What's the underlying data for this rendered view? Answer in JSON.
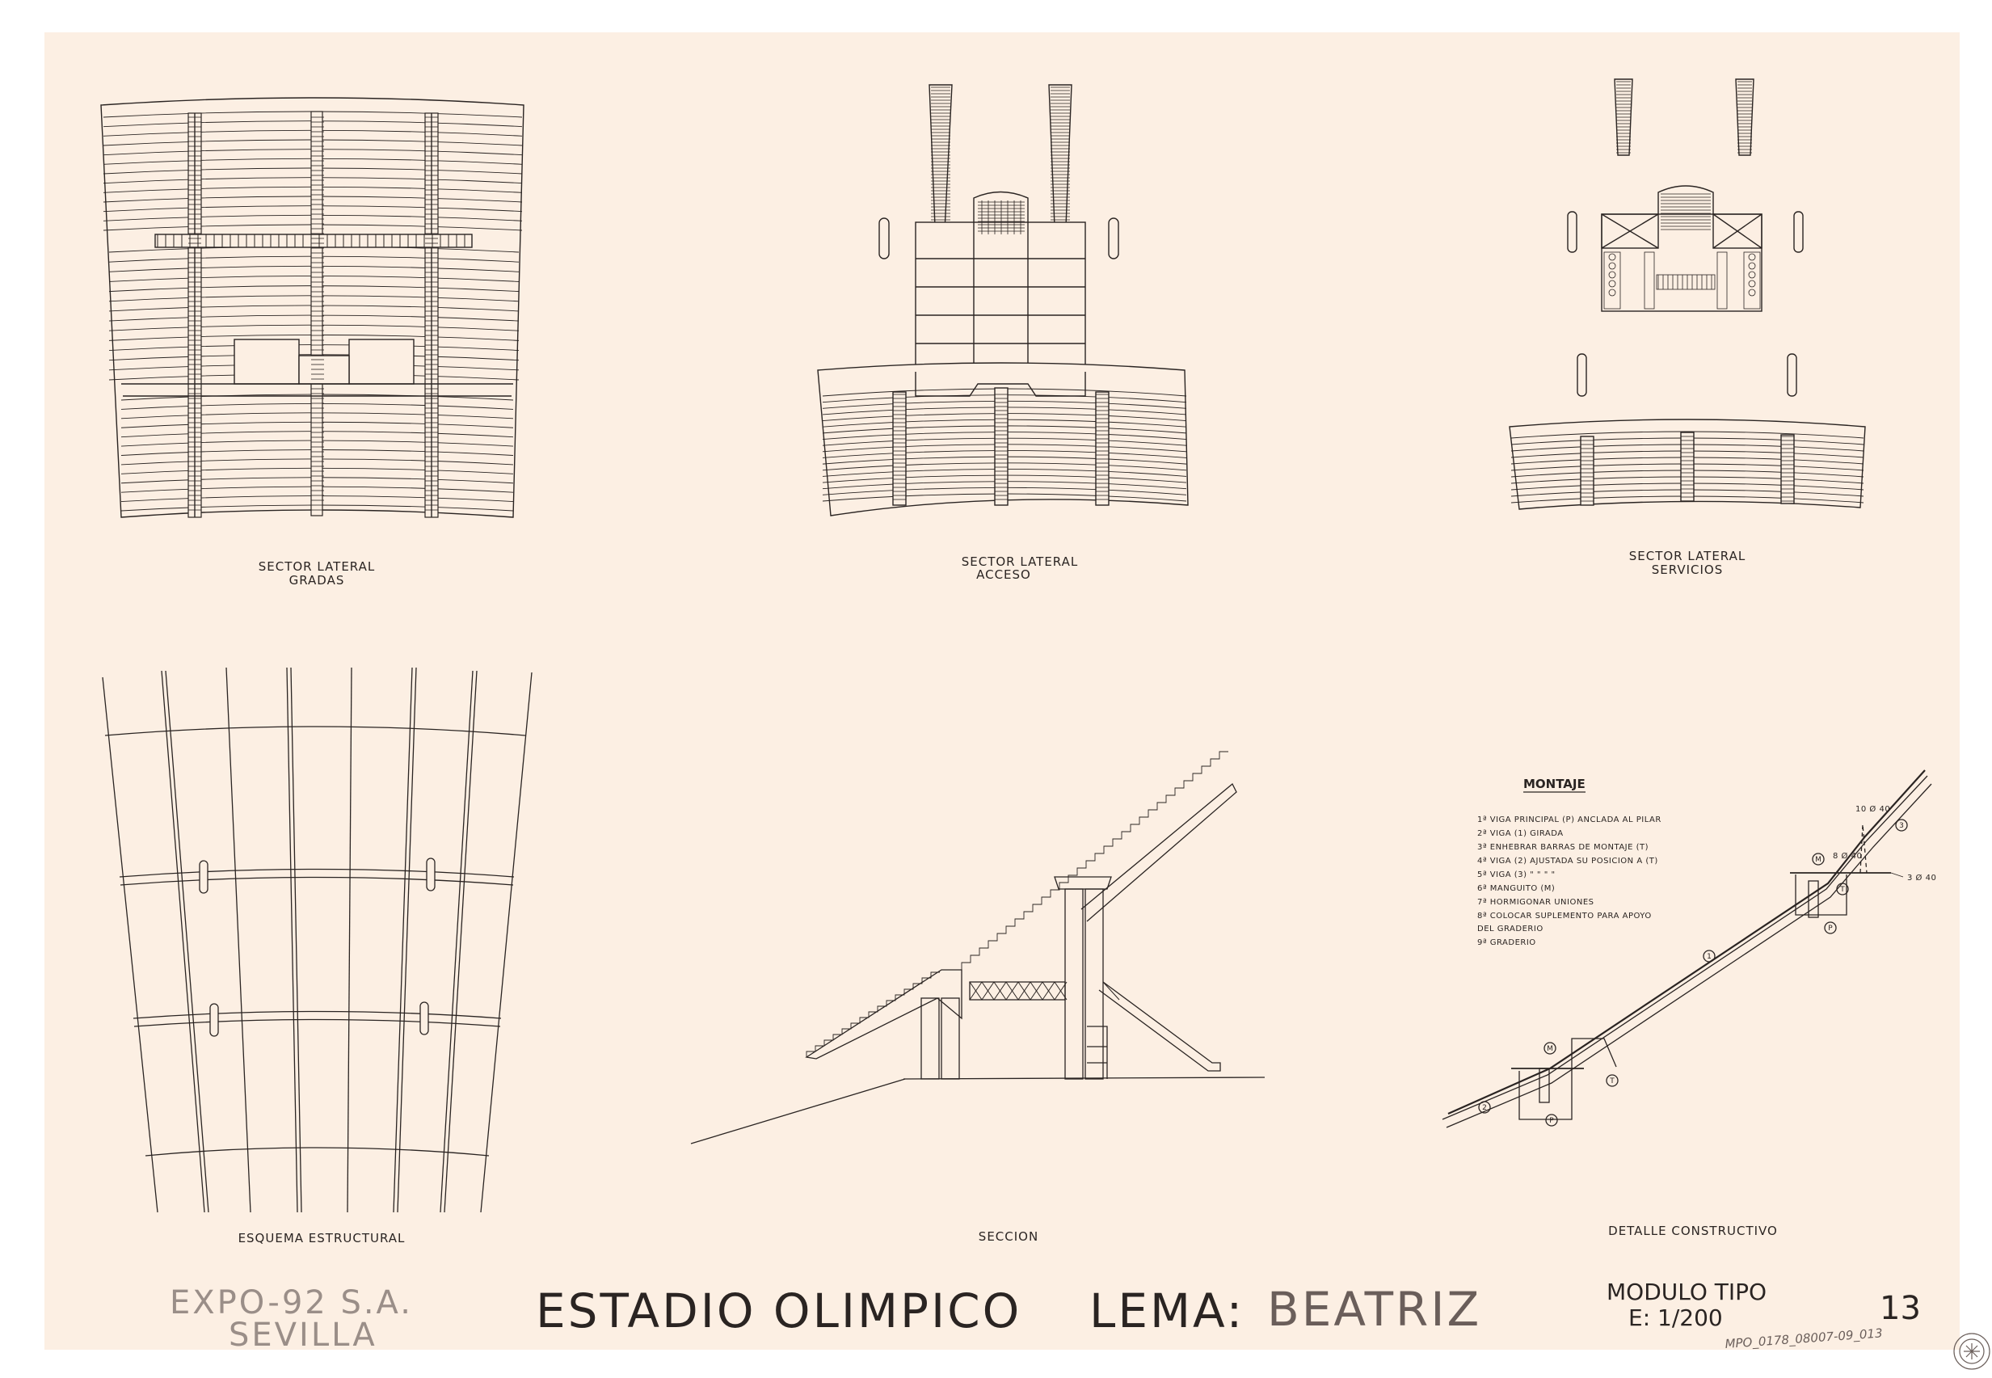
{
  "labels": {
    "gradas_1": "SECTOR LATERAL",
    "gradas_2": "GRADAS",
    "acceso_1": "SECTOR LATERAL",
    "acceso_2": "ACCESO",
    "servicios_1": "SECTOR LATERAL",
    "servicios_2": "SERVICIOS",
    "esquema": "ESQUEMA ESTRUCTURAL",
    "seccion": "SECCION",
    "detalle": "DETALLE CONSTRUCTIVO"
  },
  "montaje": {
    "title": "MONTAJE",
    "steps": [
      "1ª  VIGA  PRINCIPAL  (P)  ANCLADA  AL  PILAR",
      "2ª  VIGA  (1)  GIRADA",
      "3ª  ENHEBRAR  BARRAS  DE  MONTAJE  (T)",
      "4ª  VIGA  (2)  AJUSTADA  SU  POSICION  A  (T)",
      "5ª  VIGA  (3)   \"       \"       \"       \"",
      "6ª  MANGUITO  (M)",
      "7ª  HORMIGONAR  UNIONES",
      "8ª  COLOCAR  SUPLEMENTO  PARA  APOYO",
      "      DEL  GRADERIO",
      "9ª  GRADERIO"
    ]
  },
  "detail_annotations": {
    "top": "10 Ø 40",
    "mid": "8 Ø 40",
    "right": "3 Ø 40",
    "c3": "3",
    "cM1": "M",
    "cT1": "T",
    "cP1": "P",
    "c1": "1",
    "cM2": "M",
    "cT2": "T",
    "c2": "2",
    "cP2": "P"
  },
  "title_block": {
    "client_1": "EXPO-92 S.A.",
    "client_2": "SEVILLA",
    "project": "ESTADIO OLIMPICO",
    "lema_label": "LEMA:",
    "lema_value": "BEATRIZ",
    "module": "MODULO TIPO",
    "scale": "E: 1/200",
    "sheet_number": "13",
    "archive_ref": "MPO_0178_08007-09_013"
  },
  "colors": {
    "paper": "#fcefe3",
    "ink": "#2a2422",
    "faint_ink": "#9a8e88"
  }
}
